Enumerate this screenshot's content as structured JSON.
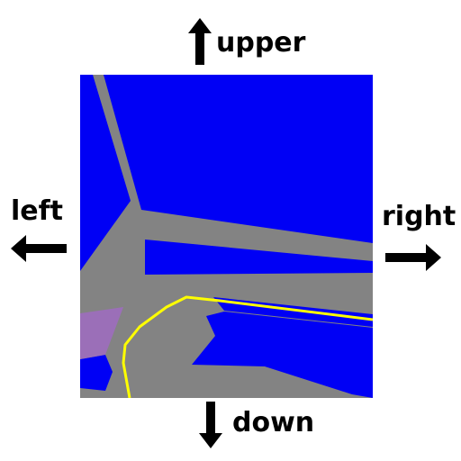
{
  "labels": {
    "up": "upper",
    "down": "down",
    "left": "left",
    "right": "right"
  },
  "icons": {
    "up": "arrow-up-icon",
    "down": "arrow-down-icon",
    "left": "arrow-left-icon",
    "right": "arrow-right-icon"
  },
  "colors": {
    "water": "#0000f5",
    "land": "#838383",
    "road": "#ffff00",
    "zone": "#9b6fb8",
    "arrow": "#000000",
    "label": "#000000"
  }
}
